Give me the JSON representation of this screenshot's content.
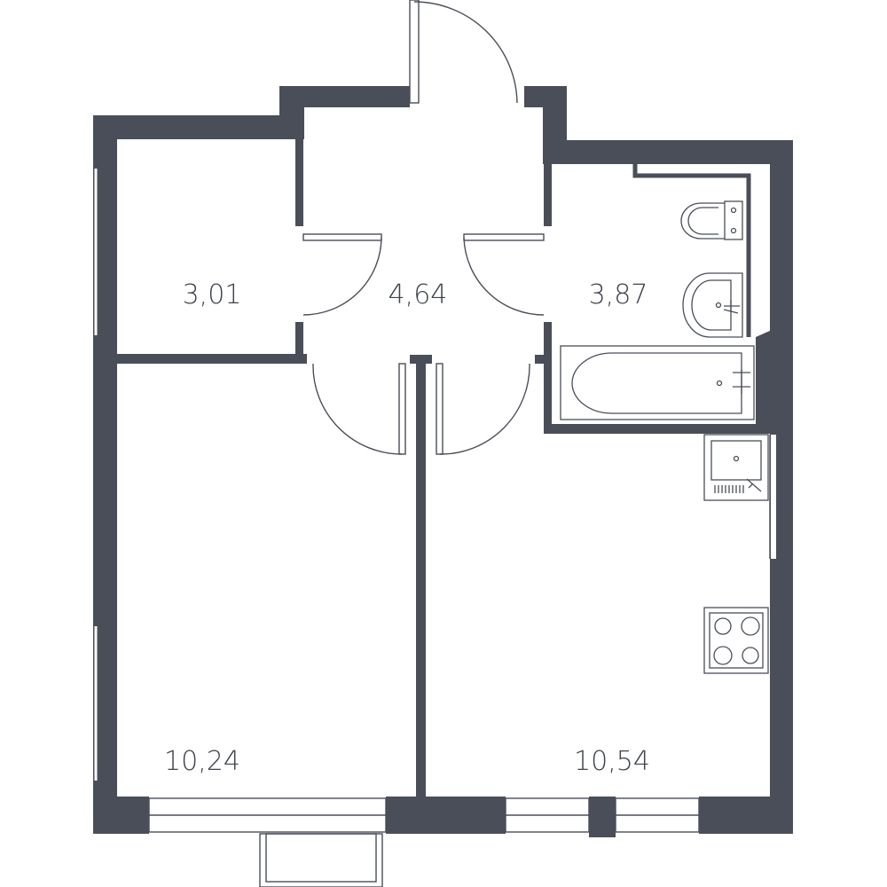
{
  "plan": {
    "wall_color": "#4a4e59",
    "background": "#ffffff",
    "rooms": [
      {
        "id": "storage",
        "area": "3,01"
      },
      {
        "id": "hall",
        "area": "4,64"
      },
      {
        "id": "bathroom",
        "area": "3,87"
      },
      {
        "id": "bedroom",
        "area": "10,24"
      },
      {
        "id": "kitchen-living",
        "area": "10,54"
      }
    ],
    "fixtures": [
      "toilet",
      "washbasin",
      "bathtub",
      "kitchen-sink",
      "cooktop"
    ]
  }
}
